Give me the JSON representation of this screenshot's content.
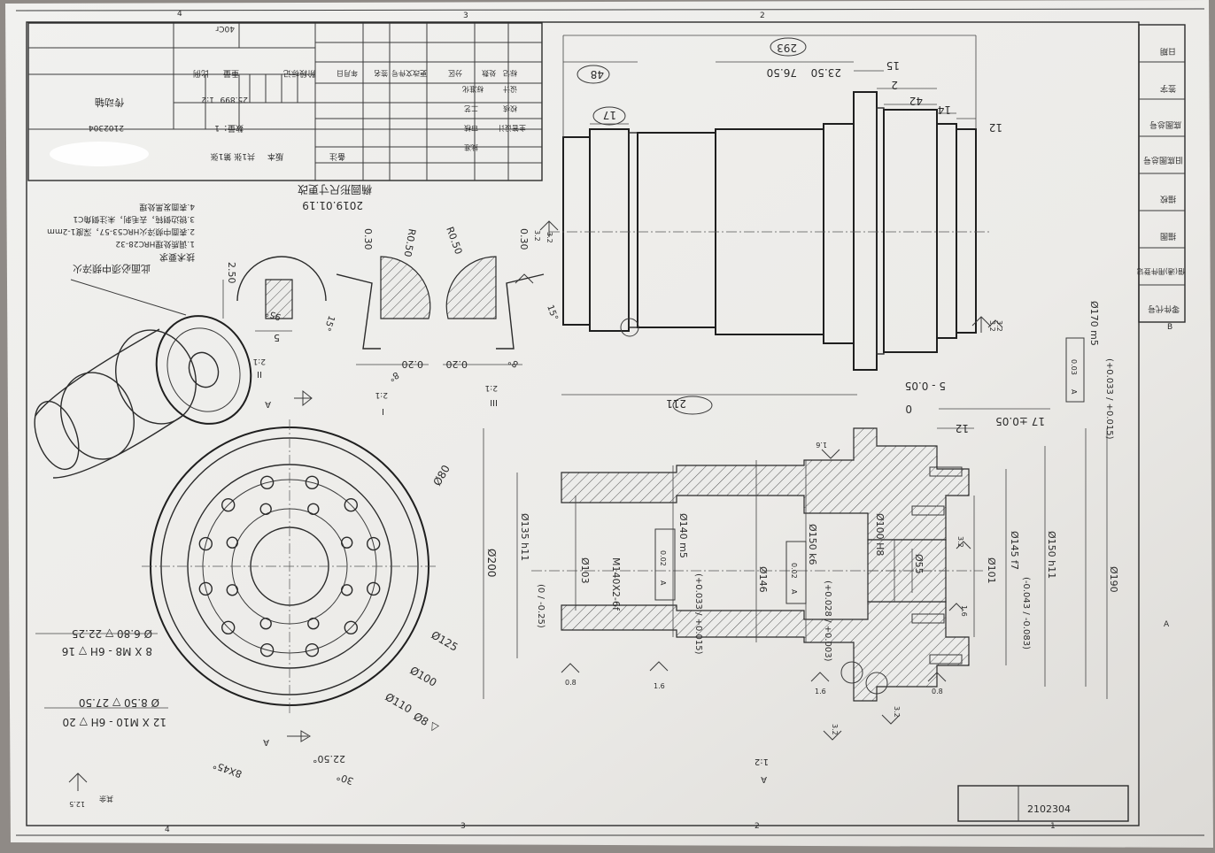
{
  "drawing": {
    "drawing_number": "2102304",
    "part_name": "传动轴",
    "material": "40Cr",
    "weight": "25.899",
    "scale": "1:2",
    "quantity": "数量：1",
    "sheet_info": "共1张 第1张",
    "version_label": "版本",
    "remark_label": "备注",
    "revision_date": "2019.01.19",
    "revision_note": "椭圆形尺寸更改"
  },
  "title_block_labels": {
    "stage_marks": "阶段标记",
    "weight_label": "重量",
    "scale_label": "比例",
    "mark": "标记",
    "count": "处数",
    "zone": "分区",
    "change_doc": "更改文件号",
    "signature": "签名",
    "date_label": "年月日",
    "design": "设计",
    "check": "校核",
    "standardize": "标准化",
    "process": "工艺",
    "review": "审核",
    "approve": "批准",
    "master_design": "主管设计"
  },
  "side_column": {
    "items": [
      "日期",
      "签字",
      "底图总号",
      "旧底图总号",
      "描校",
      "描图",
      "借(通)用件登记",
      "零件代号"
    ]
  },
  "tech_requirements": {
    "title": "技术要求",
    "lines": [
      "1.调质处理HRC28-32",
      "2.表面中频淬火HRC53-57，深度1-2mm",
      "3.锐边倒钝，去毛刺，未注倒角C1",
      "4.表面发黑处理"
    ]
  },
  "notes": {
    "center_hole": "此面必须中频淬火",
    "roughness_rest": "其余"
  },
  "zones": {
    "top": [
      "4",
      "3",
      "2"
    ],
    "bottom": [
      "4",
      "3",
      "2",
      "1"
    ],
    "side": [
      "B",
      "A"
    ]
  },
  "dimensions": {
    "top_view": [
      "293",
      "76.50",
      "23.50",
      "15",
      "48",
      "2",
      "42",
      "14",
      "12",
      "17"
    ],
    "section": [
      "211",
      "5 - 0.05",
      "0",
      "17 ±0.05",
      "12",
      "Ø200",
      "Ø135 h11",
      "(0 / -0.25)",
      "Ø103",
      "M140X2-6f",
      "Ø140 m5",
      "(+0.033 / +0.015)",
      "Ø146",
      "Ø150 k6",
      "(+0.028 / +0.003)",
      "Ø100 H8",
      "Ø55",
      "Ø101",
      "Ø145 f7",
      "(-0.043 / -0.083)",
      "Ø150 h11",
      "Ø190",
      "Ø170 m5",
      "(+0.033 / +0.015)"
    ],
    "end_view": [
      "Ø80",
      "Ø125",
      "Ø100",
      "Ø110",
      "Ø8 ▽",
      "22.50°",
      "30°",
      "8X45°",
      "8 X M8 - 6H ▽ 16",
      "Ø 6.80 ▽ 22.25",
      "12 X M10 - 6H ▽ 20",
      "Ø 8.50 ▽ 27.50"
    ],
    "details": [
      "R0.50",
      "R0.50",
      "0.30",
      "0.30",
      "0.20",
      "0.20",
      "15°",
      "15°",
      "8°",
      "8°",
      "2.50",
      "5",
      "95°"
    ],
    "detail_labels": [
      "I",
      "2:1",
      "II",
      "2:1",
      "III",
      "2:1"
    ],
    "view_labels": [
      "A",
      "A",
      "A",
      "1:2"
    ]
  },
  "roughness": [
    "3.2",
    "3.2",
    "3.2",
    "1.6",
    "1.6",
    "0.8",
    "1.6",
    "0.8",
    "1.6",
    "3.2",
    "3.2",
    "3.2",
    "3.2",
    "12.5"
  ],
  "gdt": [
    "0.02",
    "A",
    "0.02",
    "A",
    "0.03",
    "A"
  ]
}
